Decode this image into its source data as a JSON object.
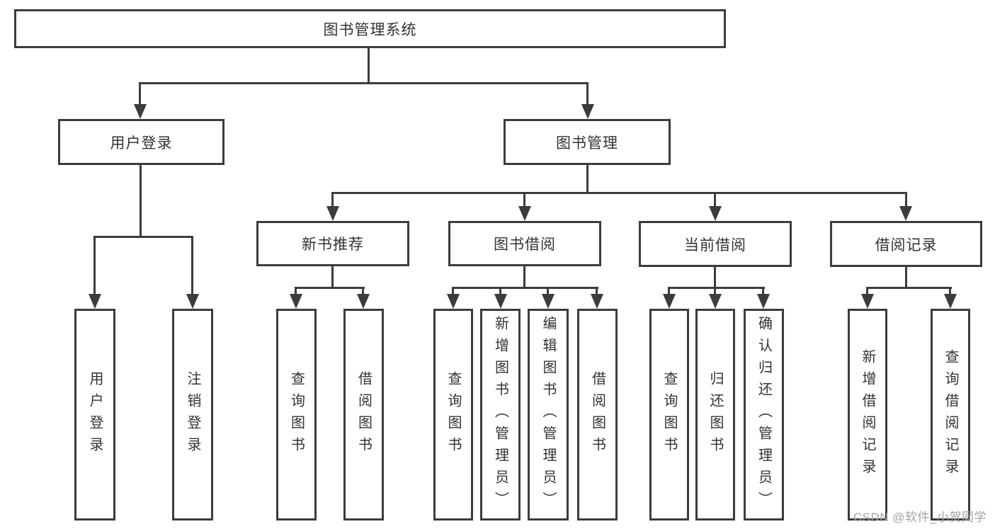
{
  "nodes": {
    "root": {
      "label": "图书管理系统"
    },
    "user_login": {
      "label": "用户登录"
    },
    "book_management": {
      "label": "图书管理"
    },
    "user_login_children": [
      {
        "label": "用户登录"
      },
      {
        "label": "注销登录"
      }
    ],
    "book_management_children": [
      {
        "label": "新书推荐",
        "children": [
          {
            "label": "查询图书"
          },
          {
            "label": "借阅图书"
          }
        ]
      },
      {
        "label": "图书借阅",
        "children": [
          {
            "label": "查询图书"
          },
          {
            "label": "新增图书（管理员）"
          },
          {
            "label": "编辑图书（管理员）"
          },
          {
            "label": "借阅图书"
          }
        ]
      },
      {
        "label": "当前借阅",
        "children": [
          {
            "label": "查询图书"
          },
          {
            "label": "归还图书"
          },
          {
            "label": "确认归还（管理员）"
          }
        ]
      },
      {
        "label": "借阅记录",
        "children": [
          {
            "label": "新增借阅记录"
          },
          {
            "label": "查询借阅记录"
          }
        ]
      }
    ]
  },
  "colors": {
    "line": "#3c3c3c",
    "text": "#333333",
    "watermark_text": "#a3a3a3",
    "background": "#ffffff"
  },
  "watermark": {
    "text": "CSDN @软件_小贺同学"
  }
}
